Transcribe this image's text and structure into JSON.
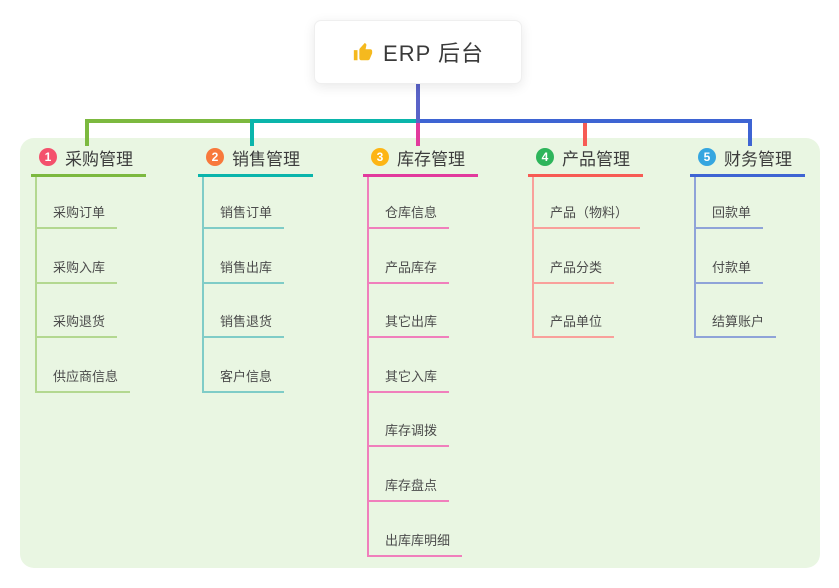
{
  "title": {
    "icon": "thumbs-up-icon",
    "text": "ERP 后台"
  },
  "colors": {
    "panel_bg": "#e9f6e2",
    "trunk": "#5a63c8",
    "thumb_icon": "#f5b91e",
    "title_text": "#3a3a3a"
  },
  "branches": [
    {
      "index": "1",
      "label": "采购管理",
      "badge_color": "#f4516c",
      "line_color": "#7cb93f",
      "line_light": "#b3d890",
      "children": [
        "采购订单",
        "采购入库",
        "采购退货",
        "供应商信息"
      ]
    },
    {
      "index": "2",
      "label": "销售管理",
      "badge_color": "#f8793c",
      "line_color": "#0ab5ab",
      "line_light": "#7fccc7",
      "children": [
        "销售订单",
        "销售出库",
        "销售退货",
        "客户信息"
      ]
    },
    {
      "index": "3",
      "label": "库存管理",
      "badge_color": "#fdb515",
      "line_color": "#e23a9d",
      "line_light": "#f07fbc",
      "children": [
        "仓库信息",
        "产品库存",
        "其它出库",
        "其它入库",
        "库存调拨",
        "库存盘点",
        "出库库明细"
      ]
    },
    {
      "index": "4",
      "label": "产品管理",
      "badge_color": "#2eb55b",
      "line_color": "#f75b54",
      "line_light": "#f9a09b",
      "children": [
        "产品（物料）",
        "产品分类",
        "产品单位"
      ]
    },
    {
      "index": "5",
      "label": "财务管理",
      "badge_color": "#35a6e0",
      "line_color": "#3e64d3",
      "line_light": "#8fa3d8",
      "children": [
        "回款单",
        "付款单",
        "结算账户"
      ]
    }
  ]
}
